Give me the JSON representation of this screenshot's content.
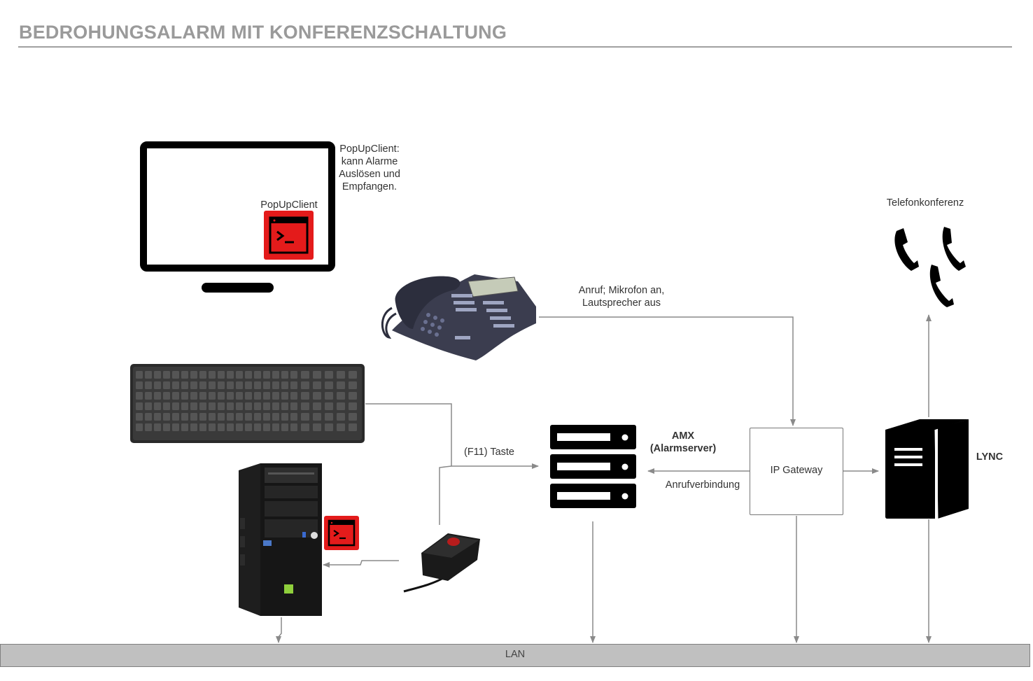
{
  "title": "BEDROHUNGSALARM MIT KONFERENZSCHALTUNG",
  "labels": {
    "popup_desc_1": "PopUpClient:",
    "popup_desc_2": "kann Alarme",
    "popup_desc_3": "Auslösen und",
    "popup_desc_4": "Empfangen.",
    "popupclient": "PopUpClient",
    "telefonkonferenz": "Telefonkonferenz",
    "anruf_1": "Anruf; Mikrofon an,",
    "anruf_2": "Lautsprecher aus",
    "f11": "(F11) Taste",
    "amx_1": "AMX",
    "amx_2": "(Alarmserver)",
    "anrufverbindung": "Anrufverbindung",
    "gateway": "IP Gateway",
    "lync": "LYNC",
    "lan": "LAN"
  },
  "colors": {
    "popup_red": "#e41b1b",
    "connector": "#8a8a8a",
    "lan_fill": "#c0c0c0",
    "title": "#9a9a9a"
  },
  "icons": [
    "monitor-icon",
    "terminal-icon",
    "desk-phone-icon",
    "keyboard-icon",
    "pc-tower-icon",
    "alarm-button-icon",
    "server-rack-icon",
    "server-tower-icon",
    "phone-handset-icon"
  ]
}
